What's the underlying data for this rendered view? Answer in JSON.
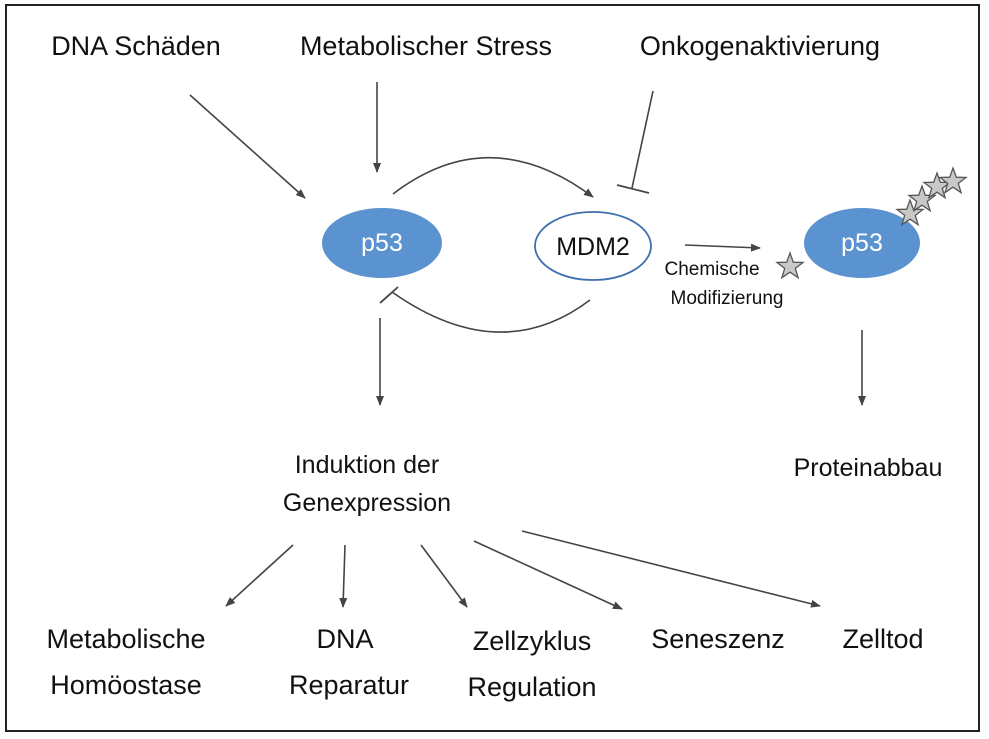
{
  "inputs": {
    "dna": "DNA Schäden",
    "metabolic_stress": "Metabolischer Stress",
    "oncogene": "Onkogenaktivierung"
  },
  "nodes": {
    "p53_left": "p53",
    "mdm2": "MDM2",
    "p53_right": "p53"
  },
  "modification": {
    "line1": "Chemische",
    "line2": "Modifizierung"
  },
  "induction": {
    "line1": "Induktion der",
    "line2": "Genexpression"
  },
  "degradation": "Proteinabbau",
  "outcomes": {
    "metabolic": {
      "line1": "Metabolische",
      "line2": "Homöostase"
    },
    "dna_repair": {
      "line1": "DNA",
      "line2": "Reparatur"
    },
    "cell_cycle": {
      "line1": "Zellzyklus",
      "line2": "Regulation"
    },
    "senescence": "Seneszenz",
    "cell_death": "Zelltod"
  },
  "colors": {
    "p53_fill": "#5b93d1",
    "mdm2_stroke": "#3f6fae",
    "arrow": "#444444",
    "star_fill": "#c8c8c8"
  }
}
